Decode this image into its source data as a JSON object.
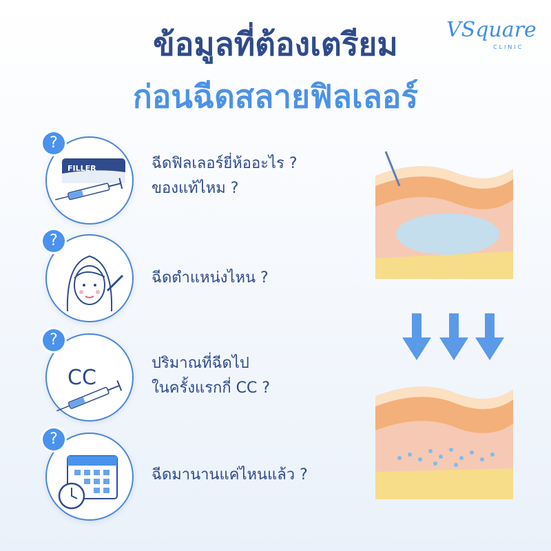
{
  "title": {
    "line1": "ข้อมูลที่ต้องเตรียม",
    "line2": "ก่อนฉีดสลายฟิลเลอร์"
  },
  "logo": {
    "wordmark": "VSquare",
    "subtitle": "CLINIC"
  },
  "colors": {
    "title": "#2f4b8c",
    "accent": "#4c92e6",
    "badge": "#4a92ec"
  },
  "items": [
    {
      "badge": "?",
      "icon": "filler-box-syringe-icon",
      "icon_label": "FILLER",
      "lines": [
        "ฉีดฟิลเลอร์ยี่ห้ออะไร ?",
        "ของแท้ไหม ?"
      ]
    },
    {
      "badge": "?",
      "icon": "woman-face-injection-icon",
      "lines": [
        "ฉีดตำแหน่งไหน ?"
      ]
    },
    {
      "badge": "?",
      "icon": "cc-syringe-icon",
      "icon_label": "CC",
      "lines": [
        "ปริมาณที่ฉีดไป",
        "ในครั้งแรกกี่ CC ?"
      ]
    },
    {
      "badge": "?",
      "icon": "calendar-clock-icon",
      "lines": [
        "ฉีดมานานแค่ไหนแล้ว ?"
      ]
    }
  ]
}
